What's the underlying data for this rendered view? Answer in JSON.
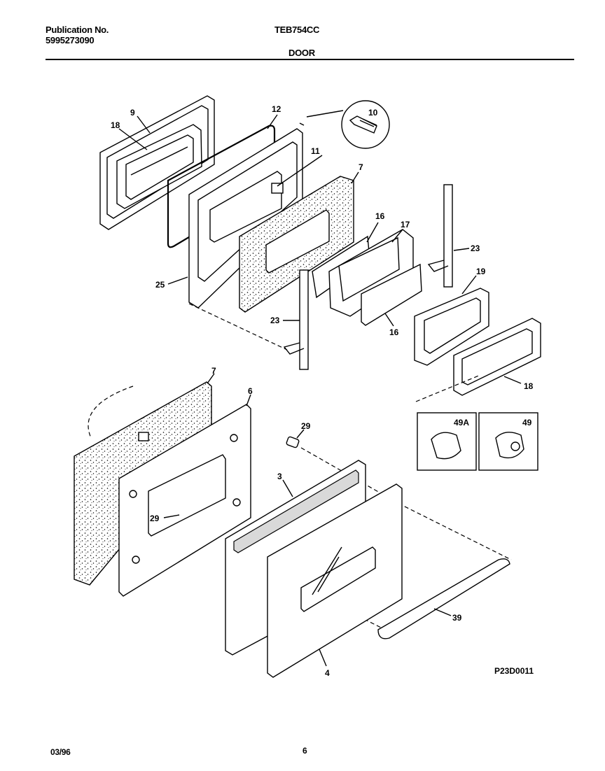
{
  "header": {
    "publication_label": "Publication No.",
    "publication_number": "5995273090",
    "model": "TEB754CC",
    "section_title": "DOOR"
  },
  "callouts": {
    "c9": "9",
    "c18a": "18",
    "c12": "12",
    "c10": "10",
    "c11": "11",
    "c7a": "7",
    "c25": "25",
    "c16a": "16",
    "c17": "17",
    "c23a": "23",
    "c23b": "23",
    "c19": "19",
    "c16b": "16",
    "c18b": "18",
    "c7b": "7",
    "c6": "6",
    "c29a": "29",
    "c29b": "29",
    "c3": "3",
    "c49a": "49A",
    "c49": "49",
    "c39": "39",
    "c4": "4"
  },
  "figure_code": "P23D0011",
  "footer": {
    "date": "03/96",
    "page_number": "6"
  }
}
